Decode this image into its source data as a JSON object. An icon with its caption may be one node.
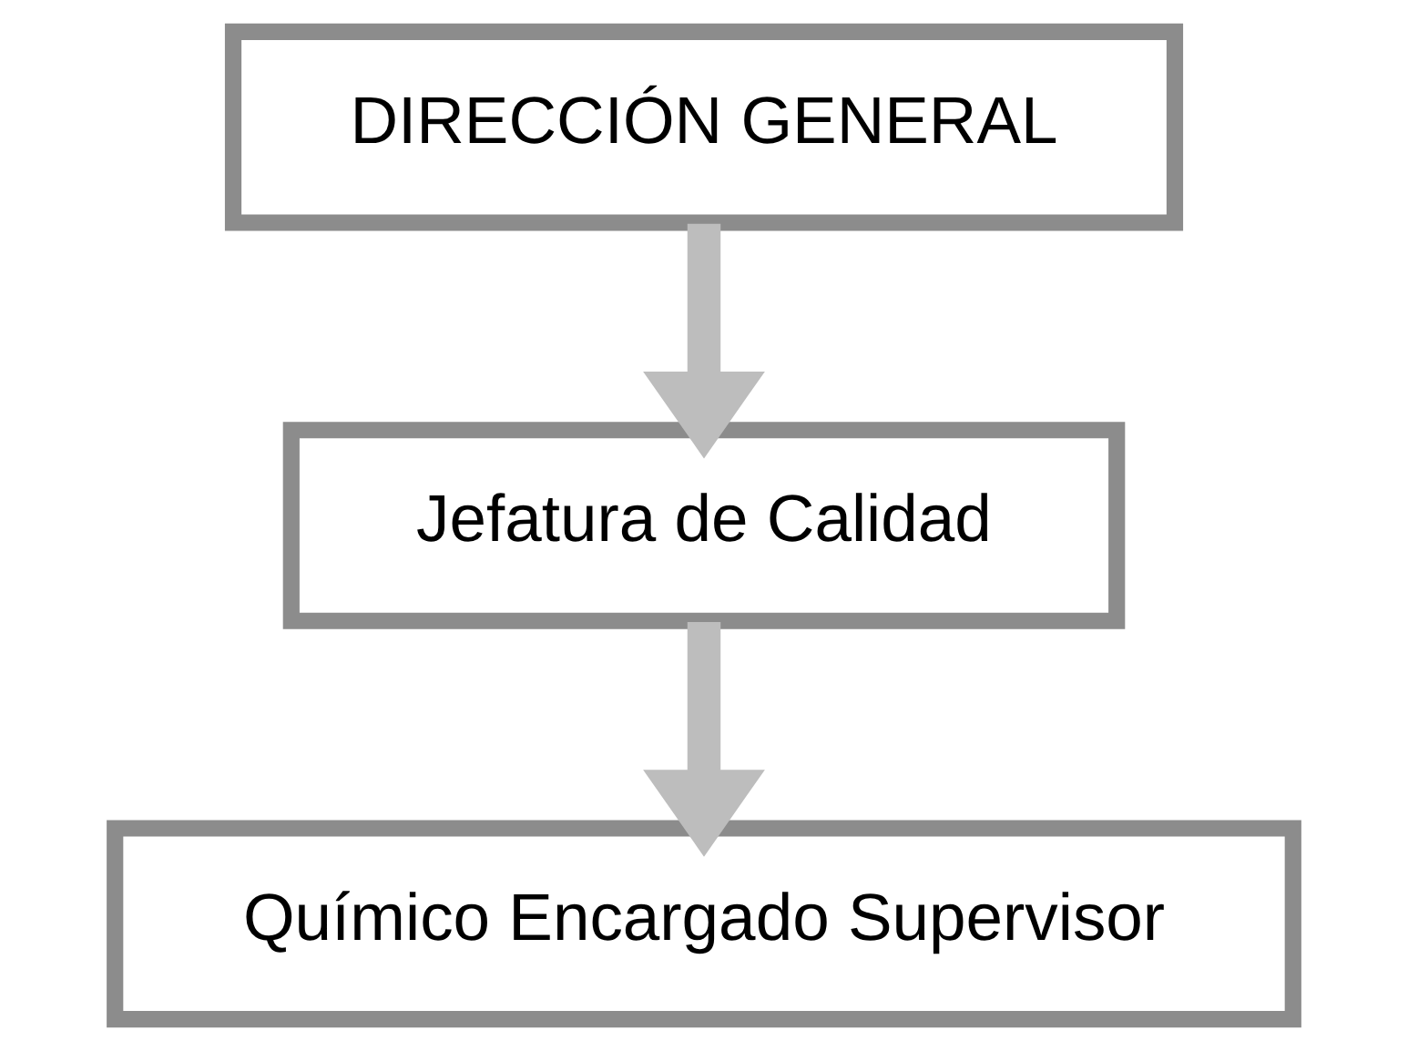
{
  "diagram": {
    "nodes": [
      {
        "text": [
          "DIRECCIÓN GENERAL"
        ]
      },
      {
        "text": [
          "Jefatura de Calidad"
        ]
      },
      {
        "text": [
          "Químico Encargado Supervisor"
        ]
      }
    ],
    "edges": [
      {
        "from": 0,
        "to": 1,
        "arrow": "to"
      },
      {
        "from": 1,
        "to": 2,
        "arrow": "to"
      }
    ]
  }
}
